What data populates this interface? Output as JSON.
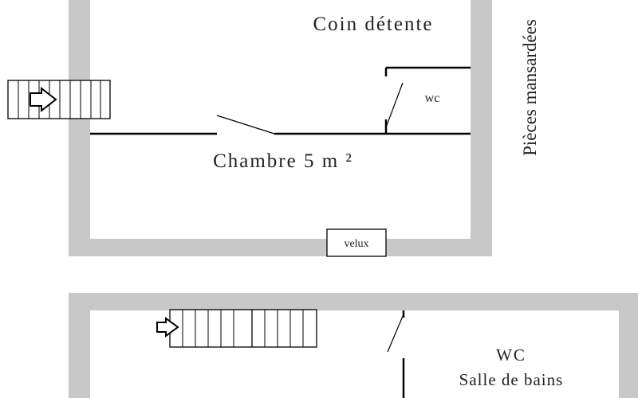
{
  "floor_plan": {
    "upper_floor": {
      "labels": {
        "lounge": "Coin détente",
        "wc": "wc",
        "bedroom": "Chambre 5 m ²",
        "attic_rooms": "Pièces mansardées",
        "skylight": "velux"
      }
    },
    "lower_floor": {
      "labels": {
        "wc": "WC",
        "bathroom": "Salle de bains"
      }
    },
    "colors": {
      "wall_fill": "#c8c8c8",
      "line": "#000000",
      "text": "#222222",
      "background": "#ffffff"
    }
  }
}
